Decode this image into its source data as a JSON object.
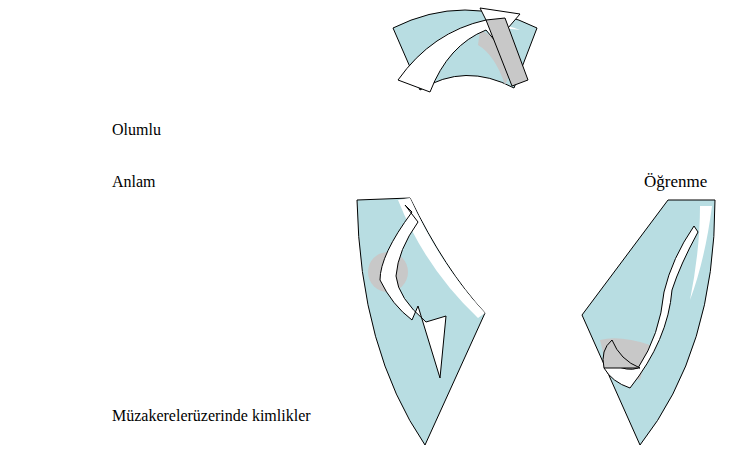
{
  "diagram": {
    "labels": [
      "Olumlu",
      "Anlam",
      "Öğrenme",
      "Müzakerelerüzerinde kimlikler"
    ]
  }
}
